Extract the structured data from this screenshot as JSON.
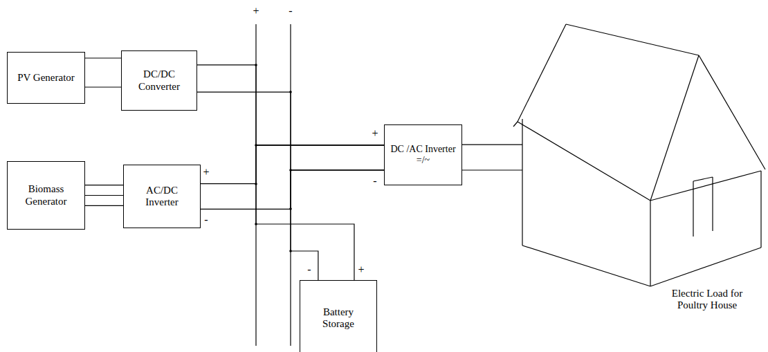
{
  "diagram": {
    "nodes": [
      {
        "text": [
          "PV Generator"
        ]
      },
      {
        "text": [
          "DC/DC Converter"
        ]
      },
      {
        "text": [
          "Biomass Generator"
        ]
      },
      {
        "text": [
          "AC/DC Inverter"
        ]
      },
      {
        "text": [
          "DC /AC Inverter",
          "=/~"
        ]
      },
      {
        "text": [
          "Battery Storage"
        ]
      },
      {
        "text": [
          "Electric Load for Poultry House"
        ]
      }
    ],
    "edges": [
      {
        "from": 0,
        "to": 1,
        "arrow": "none"
      },
      {
        "from": 2,
        "to": 3,
        "arrow": "none"
      },
      {
        "from": 1,
        "to": 4,
        "arrow": "none"
      },
      {
        "from": 3,
        "to": 4,
        "arrow": "none"
      },
      {
        "from": 5,
        "to": 4,
        "arrow": "none"
      },
      {
        "from": 4,
        "to": 6,
        "arrow": "none"
      }
    ],
    "labels": [
      "+",
      "-",
      "+",
      "-",
      "+",
      "-",
      "-",
      "+"
    ]
  }
}
